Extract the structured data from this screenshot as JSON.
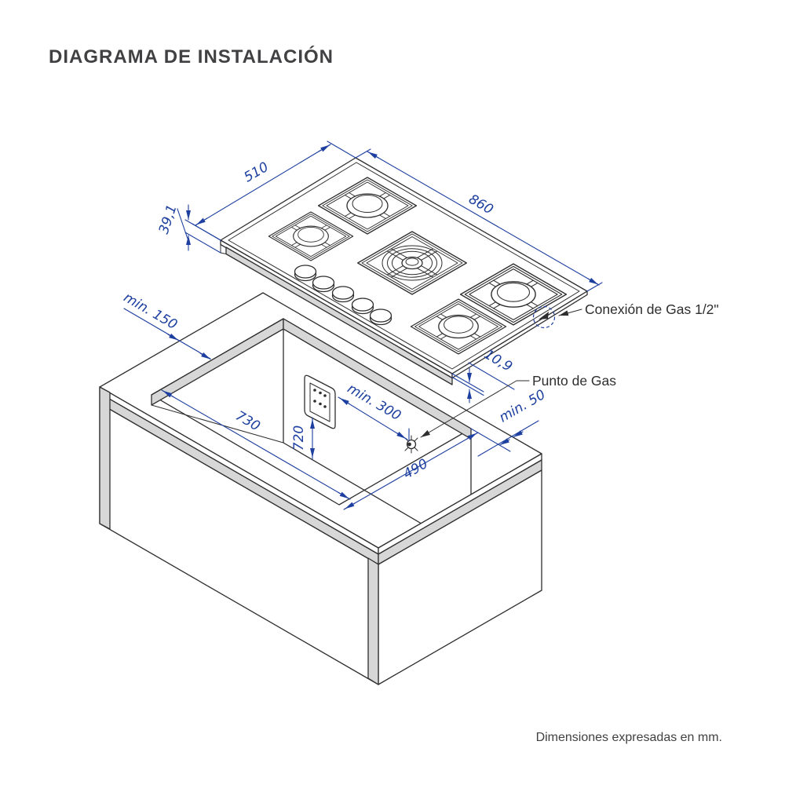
{
  "title": "DIAGRAMA DE INSTALACIÓN",
  "footer": "Dimensiones expresadas en mm.",
  "colors": {
    "dimension": "#1d3f9f",
    "line": "#2e2e30",
    "shade": "#d7d7d7"
  },
  "labels": {
    "gas_connection": "Conexión de Gas 1/2\"",
    "gas_point": "Punto de Gas"
  },
  "dimensions": {
    "cooktop_width": "860",
    "cooktop_depth": "510",
    "cooktop_total_height": "39,1",
    "glass_thickness": "10,9",
    "cutout_length": "730",
    "cutout_depth": "490",
    "left_margin": "min. 150",
    "right_margin": "min. 50",
    "outlet_height": "720",
    "gas_point_offset": "min. 300"
  }
}
